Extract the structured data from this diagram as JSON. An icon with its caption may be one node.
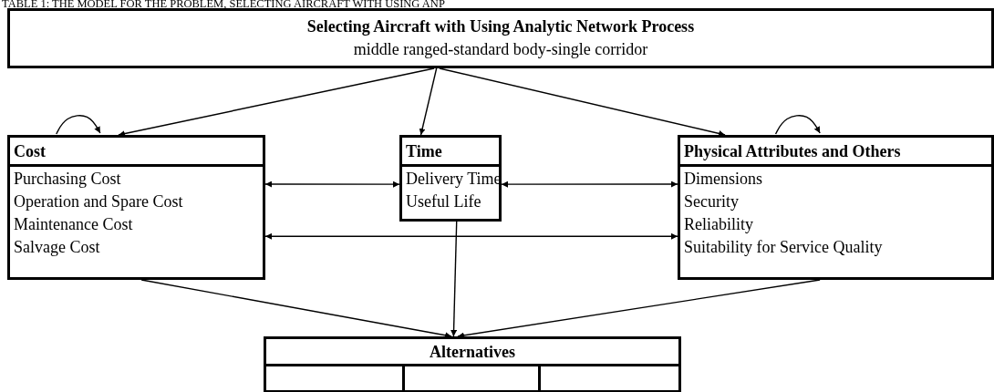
{
  "diagram": {
    "title": "TABLE 1: THE MODEL FOR THE PROBLEM, SELECTING AIRCRAFT WITH USING ANP",
    "nodes": [
      {
        "text": [
          "Selecting Aircraft with Using Analytic Network Process",
          "middle ranged-standard body-single corridor"
        ]
      },
      {
        "text": [
          "Cost",
          "Purchasing Cost",
          "Operation and Spare Cost",
          "Maintenance Cost",
          "Salvage Cost"
        ]
      },
      {
        "text": [
          "Time",
          "Delivery Time",
          "Useful Life"
        ]
      },
      {
        "text": [
          "Physical Attributes and Others",
          "Dimensions",
          "Security",
          "Reliability",
          "Suitability for Service Quality"
        ]
      },
      {
        "text": [
          "Alternatives"
        ]
      },
      {
        "text": [],
        "shape": "box",
        "in": 4
      },
      {
        "text": [],
        "shape": "box",
        "in": 4
      },
      {
        "text": [],
        "shape": "box",
        "in": 4
      }
    ],
    "edges": [
      {
        "from": 0,
        "to": 1,
        "arrow": "to"
      },
      {
        "from": 0,
        "to": 2,
        "arrow": "to"
      },
      {
        "from": 0,
        "to": 3,
        "arrow": "to"
      },
      {
        "from": 1,
        "to": 1,
        "arrow": "to"
      },
      {
        "from": 3,
        "to": 3,
        "arrow": "to"
      },
      {
        "from": 1,
        "to": 2,
        "arrow": "both"
      },
      {
        "from": 2,
        "to": 3,
        "arrow": "both"
      },
      {
        "from": 1,
        "to": 3,
        "arrow": "both"
      },
      {
        "from": 1,
        "to": 4,
        "arrow": "to"
      },
      {
        "from": 2,
        "to": 4,
        "arrow": "to"
      },
      {
        "from": 3,
        "to": 4,
        "arrow": "to"
      }
    ]
  }
}
